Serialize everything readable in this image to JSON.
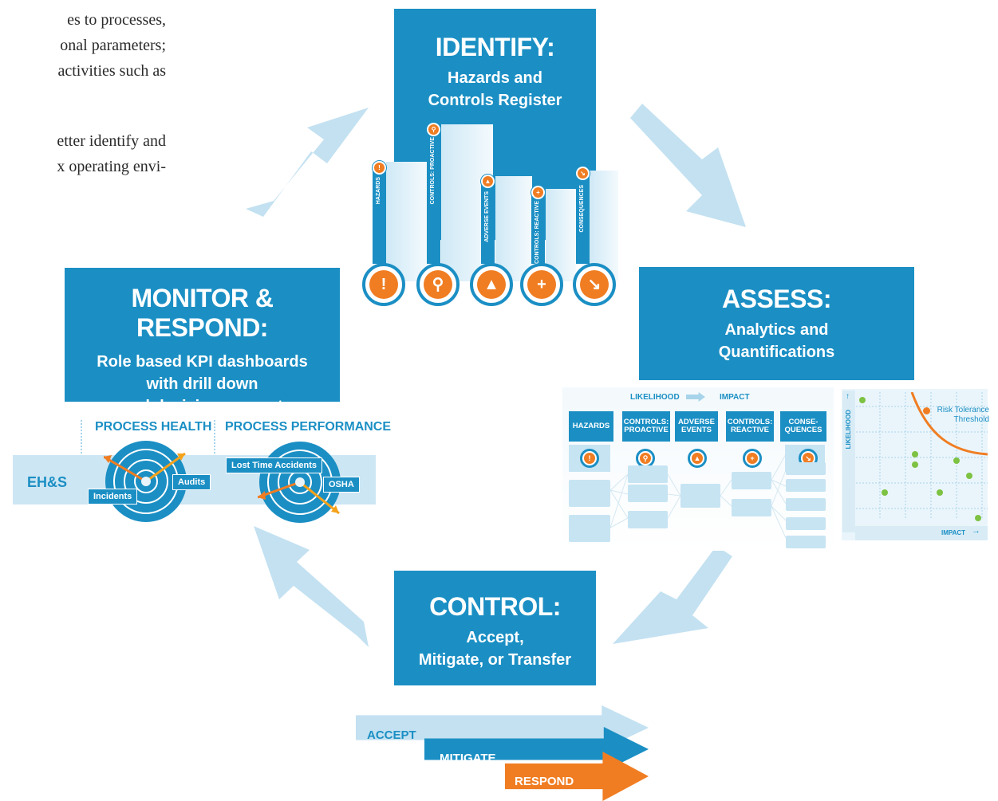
{
  "intro_text": {
    "lines": [
      "es to processes,",
      "onal parameters;",
      "activities such as",
      "",
      "etter identify and",
      "x operating envi-"
    ]
  },
  "identify": {
    "title": "IDENTIFY:",
    "subtitle_line1": "Hazards and",
    "subtitle_line2": "Controls Register",
    "columns": [
      "HAZARDS",
      "CONTROLS: PROACTIVE",
      "ADVERSE EVENTS",
      "CONTROLS: REACTIVE",
      "CONSEQUENCES"
    ],
    "icons": [
      "warning-icon",
      "magnifier-icon",
      "fire-icon",
      "first-aid-icon",
      "chart-down-icon"
    ]
  },
  "assess": {
    "title": "ASSESS:",
    "subtitle_line1": "Analytics and",
    "subtitle_line2": "Quantifications",
    "flow_from": "LIKELIHOOD",
    "flow_to": "IMPACT",
    "headers": [
      "HAZARDS",
      "CONTROLS: PROACTIVE",
      "ADVERSE EVENTS",
      "CONTROLS: REACTIVE",
      "CONSE- QUENCES"
    ],
    "plot": {
      "y_label": "LIKELIHOOD",
      "x_label": "IMPACT",
      "legend": "Risk Tolerance Threshold"
    }
  },
  "control": {
    "title": "CONTROL:",
    "subtitle_line1": "Accept,",
    "subtitle_line2": "Mitigate, or Transfer",
    "arrows": [
      "ACCEPT",
      "MITIGATE",
      "RESPOND"
    ]
  },
  "monitor": {
    "title": "MONITOR & RESPOND:",
    "subtitle_line1": "Role based KPI dashboards",
    "subtitle_line2": "with drill down",
    "subtitle_line3": "and decision support",
    "process_health": "PROCESS HEALTH",
    "process_performance": "PROCESS PERFORMANCE",
    "row_label": "EH&S",
    "target1_labels": [
      "Incidents",
      "Audits"
    ],
    "target2_labels": [
      "Lost Time Accidents",
      "OSHA"
    ]
  },
  "colors": {
    "primary_blue": "#1b8fc4",
    "light_blue": "#c7e4f3",
    "arrow_blue": "#bfe0f1",
    "orange": "#f07d22",
    "green": "#7dc242"
  }
}
